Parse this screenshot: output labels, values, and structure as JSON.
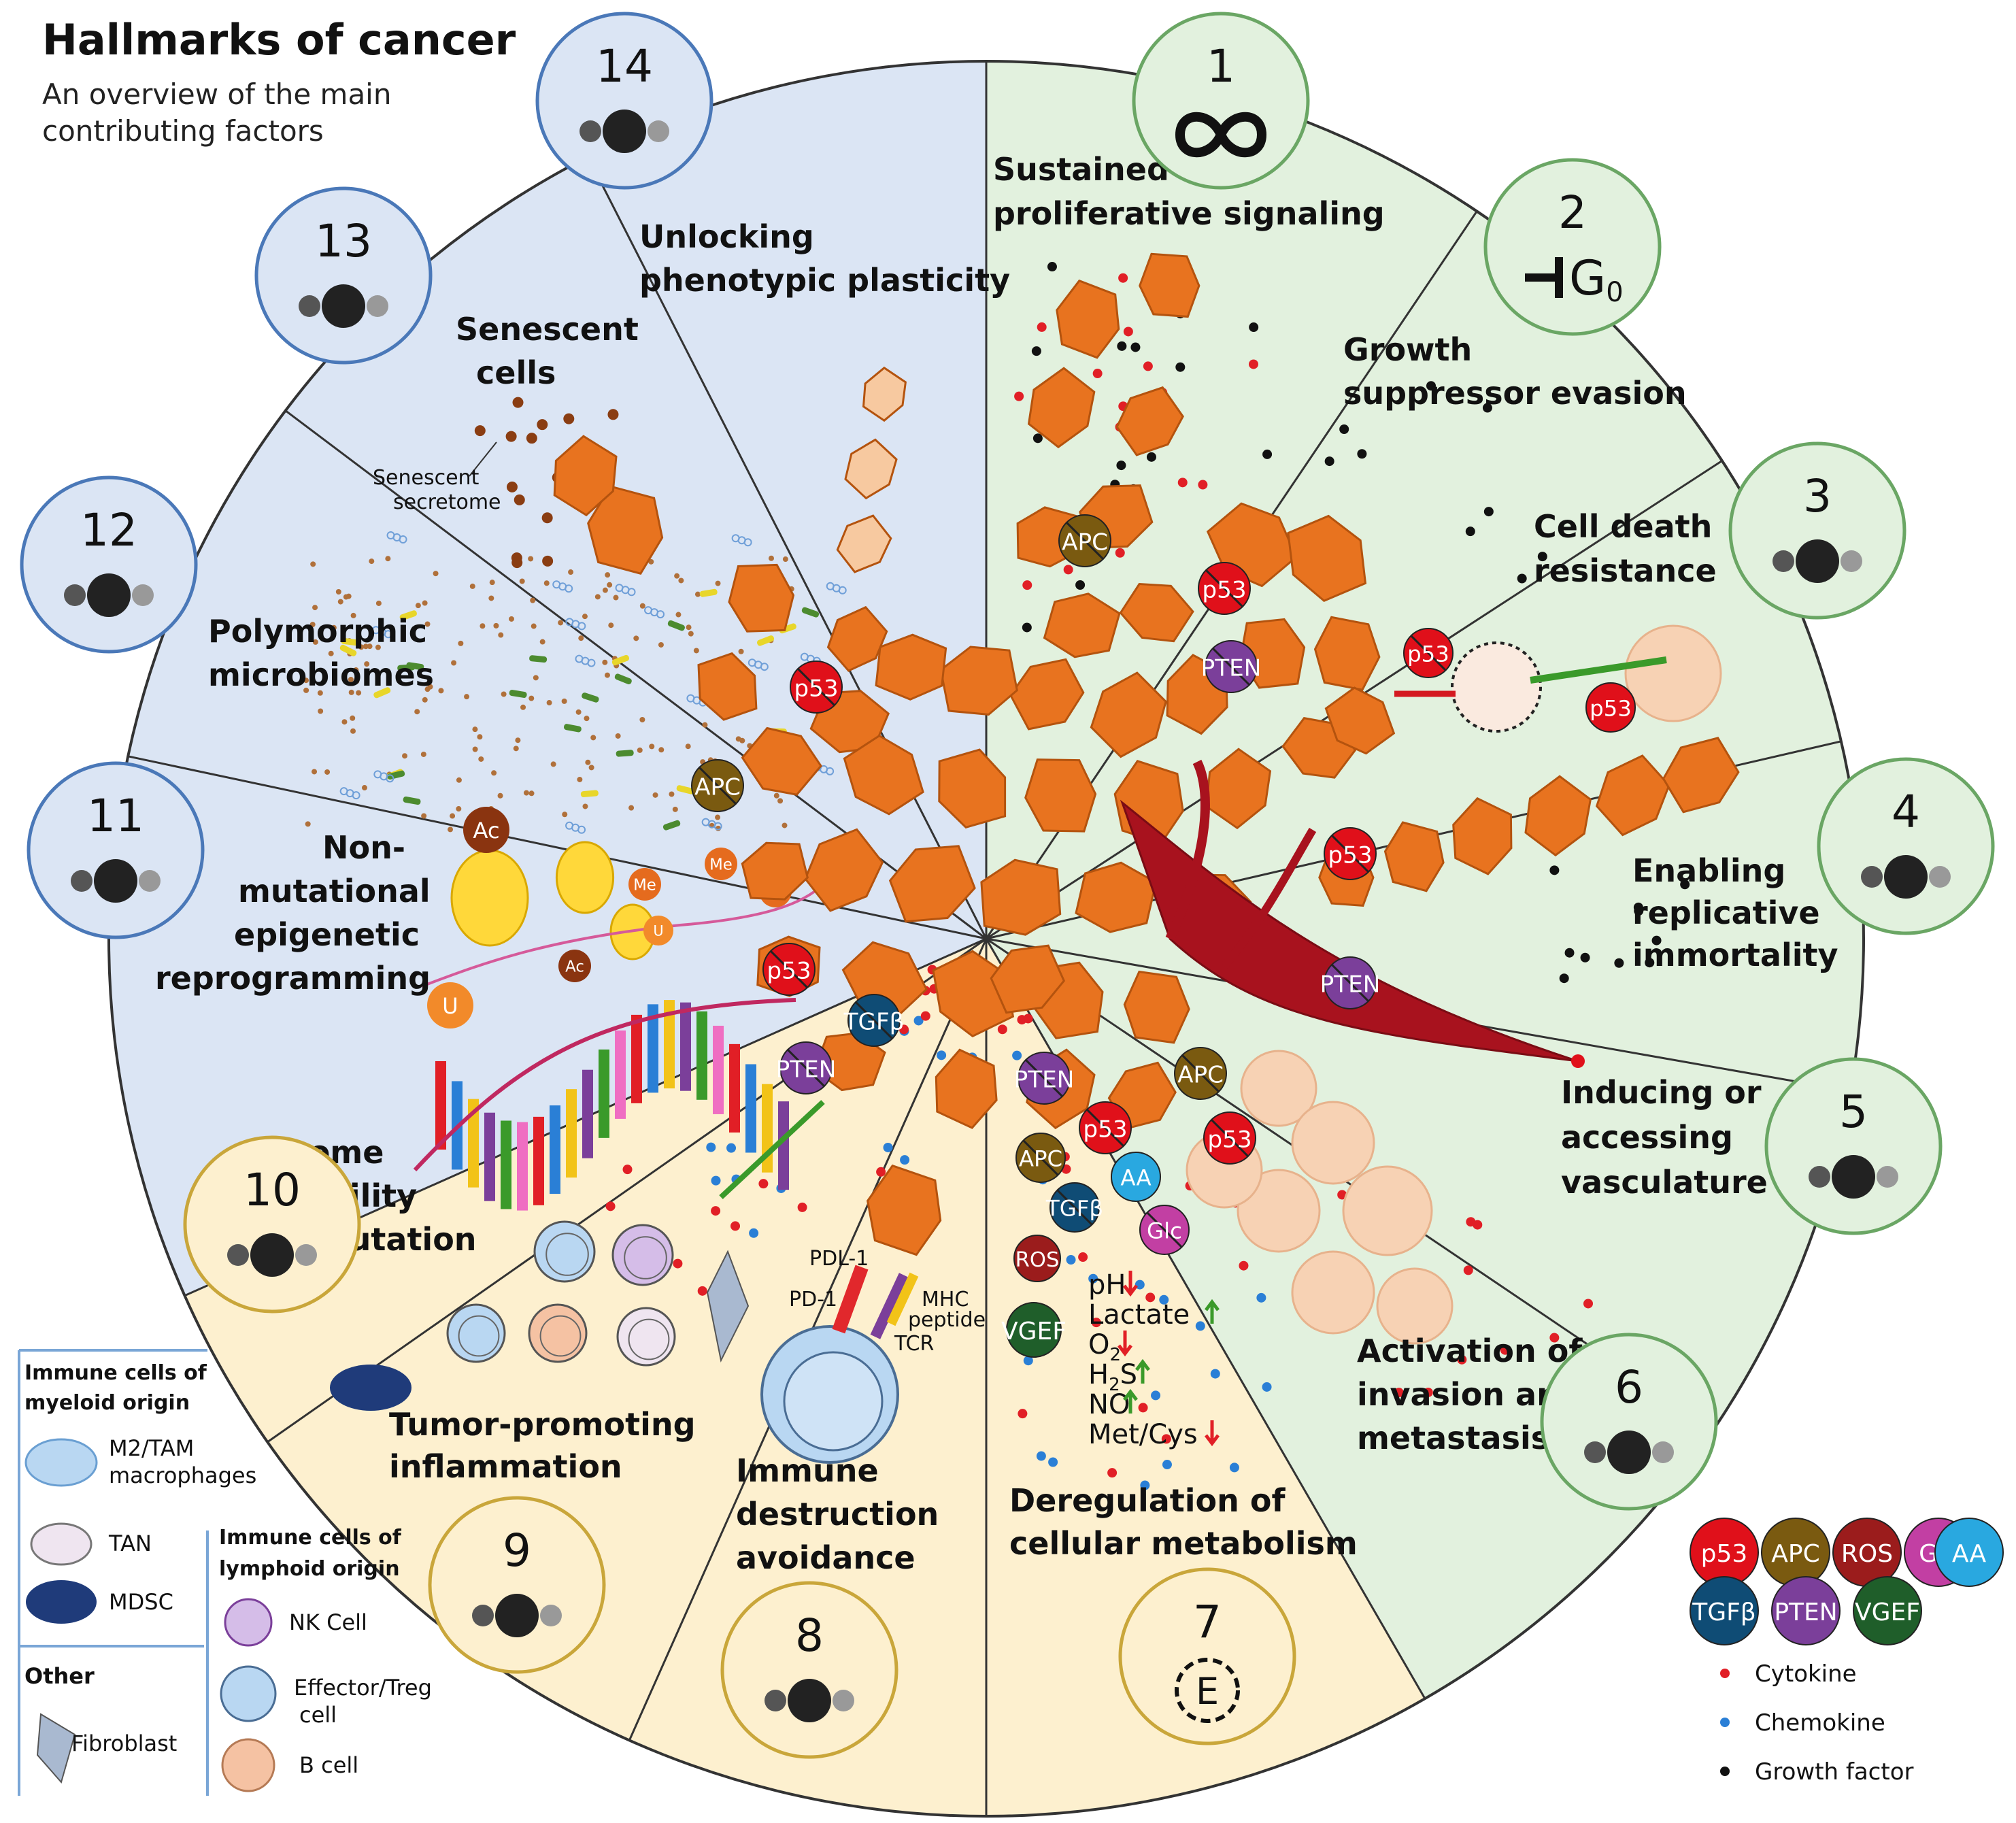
{
  "header": {
    "title": "Hallmarks of cancer",
    "subtitle": "An overview of the main contributing factors"
  },
  "colors": {
    "blue_sector": "#dbe5f4",
    "green_sector": "#e2f1de",
    "yellow_sector": "#fdf0cf",
    "cell_orange": "#e8731f",
    "vessel_red": "#a8121e",
    "cytokine": "#e11f26",
    "chemokine": "#2a7fd6",
    "growth_factor": "#111111"
  },
  "hallmarks": [
    {
      "number": "1",
      "label": "Sustained proliferative signaling",
      "icon": "infinity-icon"
    },
    {
      "number": "2",
      "label": "Growth suppressor evasion",
      "icon": "g0-block-icon"
    },
    {
      "number": "3",
      "label": "Cell death resistance",
      "icon": "skull-icon"
    },
    {
      "number": "4",
      "label": "Enabling replicative immortality",
      "icon": "cell-division-icon"
    },
    {
      "number": "5",
      "label": "Inducing or accessing vasculature",
      "icon": "vessel-icon"
    },
    {
      "number": "6",
      "label": "Activation of invasion and metastasis",
      "icon": "spreading-cell-icon"
    },
    {
      "number": "7",
      "label": "Deregulation of cellular metabolism",
      "icon": "energy-icon"
    },
    {
      "number": "8",
      "label": "Immune destruction avoidance",
      "icon": "block-cell-icon"
    },
    {
      "number": "9",
      "label": "Tumor-promoting inflammation",
      "icon": "inflamed-cell-icon"
    },
    {
      "number": "10",
      "label": "Genome instability and mutation",
      "icon": "broken-dna-icon"
    },
    {
      "number": "11",
      "label": "Non-mutational epigenetic reprogramming",
      "icon": "chromatin-icon"
    },
    {
      "number": "12",
      "label": "Polymorphic microbiomes",
      "icon": "bacteria-icon"
    },
    {
      "number": "13",
      "label": "Senescent cells",
      "icon": "cycle-arrest-icon"
    },
    {
      "number": "14",
      "label": "Unlocking phenotypic plasticity",
      "icon": "plastic-cell-icon"
    }
  ],
  "sector_labels": {
    "s1": [
      "Sustained",
      "proliferative signaling"
    ],
    "s2": [
      "Growth",
      "suppressor evasion"
    ],
    "s3": [
      "Cell death",
      "resistance"
    ],
    "s4": [
      "Enabling",
      "replicative",
      "immortality"
    ],
    "s5": [
      "Inducing or",
      "accessing",
      "vasculature"
    ],
    "s6": [
      "Activation of",
      "invasion and",
      "metastasis"
    ],
    "s7": [
      "Deregulation of",
      "cellular metabolism"
    ],
    "s8": [
      "Immune",
      "destruction",
      "avoidance"
    ],
    "s9": [
      "Tumor-promoting",
      "inflammation"
    ],
    "s10": [
      "Genome",
      "instability",
      "and mutation"
    ],
    "s11": [
      "Non-",
      "mutational",
      "epigenetic",
      "reprogramming"
    ],
    "s12": [
      "Polymorphic",
      "microbiomes"
    ],
    "s13": [
      "Senescent",
      "cells"
    ],
    "s14": [
      "Unlocking",
      "phenotypic plasticity"
    ]
  },
  "annotations": {
    "secretome": [
      "Senescent",
      "secretome"
    ],
    "pdl1": "PDL-1",
    "pd1": "PD-1",
    "mhc": "MHC",
    "peptide": "peptide",
    "tcr": "TCR",
    "ac": "Ac",
    "me": "Me",
    "u": "U",
    "g0": "G",
    "g0_sub": "0",
    "energy": "E"
  },
  "metabolism": [
    {
      "label": "pH",
      "sub": "",
      "direction": "down"
    },
    {
      "label": "Lactate",
      "sub": "",
      "direction": "up"
    },
    {
      "label": "O",
      "sub": "2",
      "direction": "down"
    },
    {
      "label": "H",
      "sub": "2",
      "tail": "S",
      "direction": "up"
    },
    {
      "label": "NO",
      "sub": "",
      "direction": "up"
    },
    {
      "label": "Met/Cys",
      "sub": "",
      "direction": "down"
    }
  ],
  "markers": {
    "p53": "p53",
    "apc": "APC",
    "pten": "PTEN",
    "tgfb": "TGFβ",
    "aa": "AA",
    "glc": "Glc",
    "ros": "ROS",
    "vgef": "VGEF"
  },
  "marker_legend": [
    {
      "text": "p53",
      "color": "#e0101a"
    },
    {
      "text": "APC",
      "color": "#7a5a10"
    },
    {
      "text": "ROS",
      "color": "#9b1c1c"
    },
    {
      "text": "Glc",
      "color": "#c23fa3"
    },
    {
      "text": "AA",
      "color": "#29a8e0"
    },
    {
      "text": "TGFβ",
      "color": "#0f4c75"
    },
    {
      "text": "PTEN",
      "color": "#7b3f9a"
    },
    {
      "text": "VGEF",
      "color": "#1f5e2a"
    }
  ],
  "particle_legend": [
    {
      "label": "Cytokine",
      "color": "#e11f26"
    },
    {
      "label": "Chemokine",
      "color": "#2a7fd6"
    },
    {
      "label": "Growth factor",
      "color": "#111111"
    }
  ],
  "immune_legend": {
    "myeloid_title": [
      "Immune cells of",
      "myeloid origin"
    ],
    "m2": [
      "M2/TAM",
      "macrophages"
    ],
    "tan": "TAN",
    "mdsc": "MDSC",
    "other_title": "Other",
    "fibroblast": "Fibroblast",
    "lymphoid_title": [
      "Immune cells of",
      "lymphoid origin"
    ],
    "nk": "NK Cell",
    "effector": [
      "Effector/Treg",
      "cell"
    ],
    "bcell": "B cell"
  }
}
